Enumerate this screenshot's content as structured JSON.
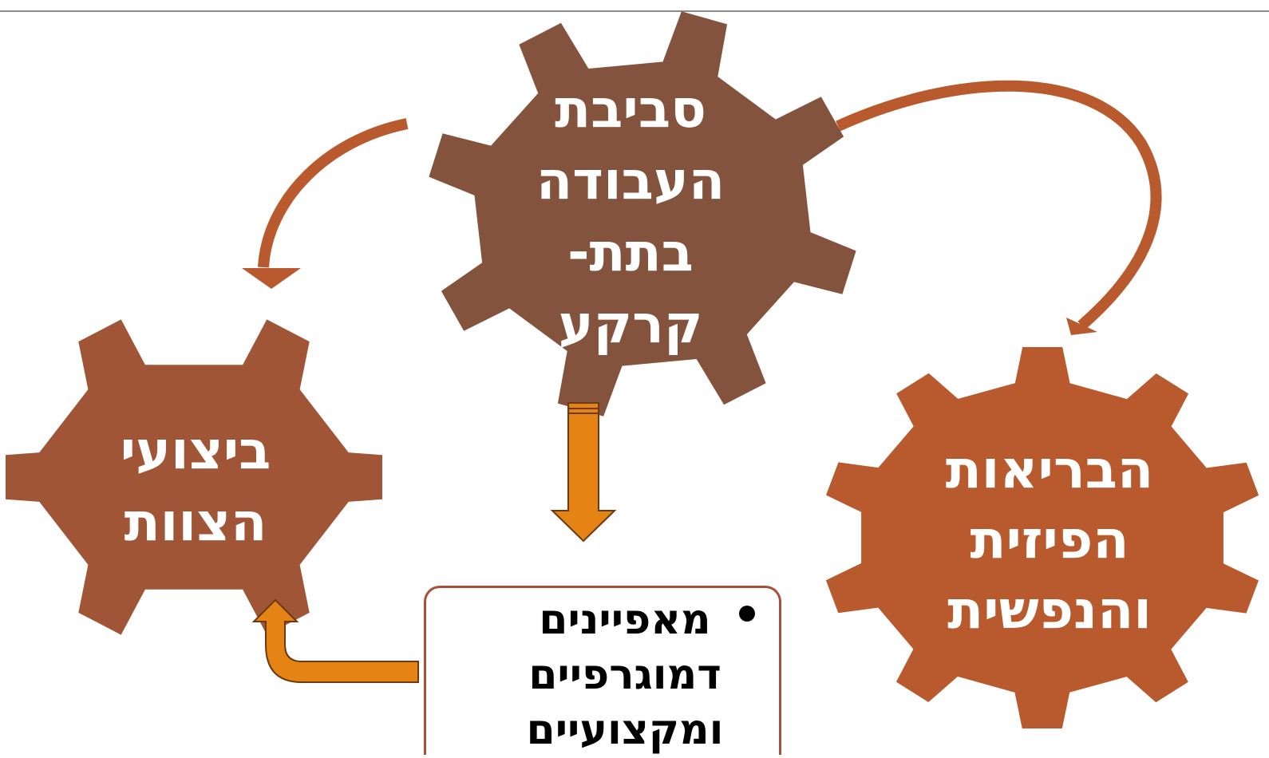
{
  "colors": {
    "gear_environment": "#83533d",
    "gear_performance": "#9f5536",
    "gear_health": "#b85a2e",
    "curved_arrow": "#b85a2e",
    "block_arrow_fill": "#e58415",
    "block_arrow_stroke": "#6b3a10",
    "box_border": "#a9503a"
  },
  "gears": {
    "environment": {
      "lines": [
        "סביבת",
        "העבודה",
        "בתת-",
        "קרקע"
      ]
    },
    "performance": {
      "lines": [
        "ביצועי",
        "הצוות"
      ]
    },
    "health": {
      "lines": [
        "הבריאות",
        "הפיזית",
        "והנפשית"
      ]
    }
  },
  "characteristics": {
    "lines": [
      "מאפיינים",
      "דמוגרפיים",
      "ומקצועיים"
    ]
  }
}
